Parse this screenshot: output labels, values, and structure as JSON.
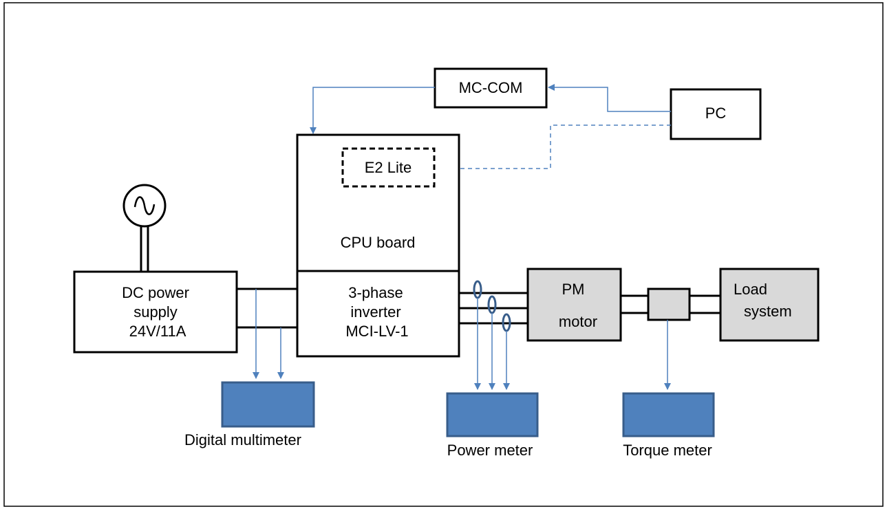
{
  "colors": {
    "accent": "#4f81bd",
    "meter_fill": "#4f81bd",
    "meter_border": "#385d8a",
    "gray_box": "#d9d9d9",
    "line": "#000000"
  },
  "blocks": {
    "mc_com": "MC-COM",
    "pc": "PC",
    "e2_lite": "E2 Lite",
    "cpu_board": "CPU board",
    "dc_supply": {
      "line1": "DC power",
      "line2": "supply",
      "line3": "24V/11A"
    },
    "inverter": {
      "line1": "3-phase",
      "line2": "inverter",
      "line3": "MCI-LV-1"
    },
    "pm_motor": {
      "line1": "PM",
      "line2": "motor"
    },
    "load_system": {
      "line1": "Load",
      "line2": "system"
    }
  },
  "instruments": {
    "multimeter": "Digital multimeter",
    "power_meter": "Power meter",
    "torque_meter": "Torque meter"
  },
  "icons": {
    "ac_source": "ac-source-icon",
    "current_probe": "current-probe-icon"
  }
}
